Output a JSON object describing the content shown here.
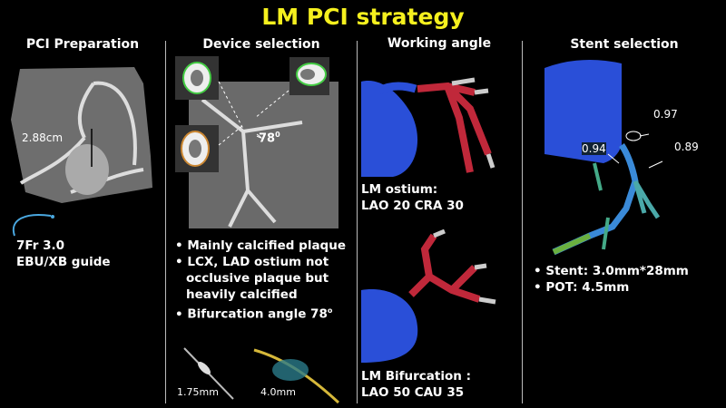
{
  "title": "LM PCI strategy",
  "columns": [
    {
      "header": "PCI Preparation",
      "measure": "2.88cm",
      "caption": [
        "7Fr 3.0",
        "EBU/XB guide"
      ]
    },
    {
      "header": "Device selection",
      "angle": "78",
      "angle_sup": "0",
      "bullets": [
        "Mainly calcified plaque",
        "LCX, LAD ostium not occlusive plaque but heavily calcified",
        "Bifurcation angle 78"
      ],
      "bullet_sup": "o",
      "balloons": [
        "1.75mm",
        "4.0mm"
      ]
    },
    {
      "header": "Working angle",
      "view1": [
        "LM ostium:",
        "LAO 20 CRA 30"
      ],
      "view2": [
        "LM Bifurcation :",
        "LAO 50 CAU 35"
      ]
    },
    {
      "header": "Stent selection",
      "ffr": [
        "0.97",
        "0.94",
        "0.89"
      ],
      "bullets": [
        "Stent: 3.0mm*28mm",
        "POT: 4.5mm"
      ]
    }
  ],
  "colors": {
    "title": "#f5f01e",
    "aorta": "#2a4fd8",
    "vessel_red": "#c0283a"
  }
}
